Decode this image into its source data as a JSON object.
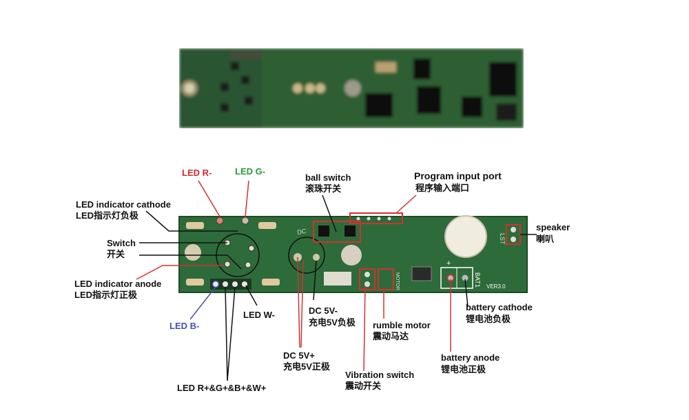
{
  "board_labels": {
    "dc": "DC",
    "motor": "MOTOR",
    "bat1": "BAT1",
    "ver": "VER3.0",
    "plus": "+",
    "lst": "LST"
  },
  "callouts": {
    "led_r_minus": "LED R-",
    "led_g_minus": "LED G-",
    "ball_switch": "ball switch",
    "ball_switch_cn": "滚珠开关",
    "program_port": "Program input port",
    "program_port_cn": "程序输入端口",
    "led_ind_cathode": "LED indicator cathode",
    "led_ind_cathode_cn": "LED指示灯负极",
    "switch": "Switch",
    "switch_cn": "开关",
    "led_ind_anode": "LED indicator anode",
    "led_ind_anode_cn": "LED指示灯正极",
    "led_b_minus": "LED B-",
    "led_w_minus": "LED W-",
    "dc_5v_minus": "DC 5V-",
    "dc_5v_minus_cn": "充电5V负极",
    "dc_5v_plus": "DC 5V+",
    "dc_5v_plus_cn": "充电5V正极",
    "led_rgbw_plus": "LED R+&G+&B+&W+",
    "rumble_motor": "rumble motor",
    "rumble_motor_cn": "震动马达",
    "vibration_switch": "Vibration switch",
    "vibration_switch_cn": "震动开关",
    "battery_cathode": "battery cathode",
    "battery_cathode_cn": "锂电池负极",
    "battery_anode": "battery anode",
    "battery_anode_cn": "锂电池正极",
    "speaker": "speaker",
    "speaker_cn": "喇叭"
  },
  "colors": {
    "pcb": "#2e6b3a",
    "pcb_dark": "#1e4a26",
    "red_label": "#d02a2a",
    "green_label": "#2a9a3a",
    "blue_label": "#4a4fb0",
    "leader_red": "#d43030",
    "leader_blue": "#4a4fb0",
    "leader_black": "#111111"
  }
}
